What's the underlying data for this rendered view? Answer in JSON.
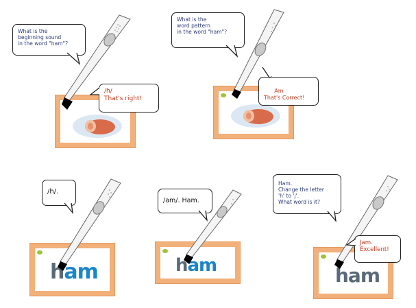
{
  "panels": [
    {
      "question": "What is the\nbeginning sound\nin the word \"ham\"?",
      "answer": "/h/\nThat's right!"
    },
    {
      "question": "What is the\nword pattern\nin the word \"ham\"?",
      "answer": "Am\nThat's Correct!"
    },
    {
      "speech": "/h/.",
      "word_h": "h",
      "word_am": "am"
    },
    {
      "speech": "/am/. Ham.",
      "word_h": "h",
      "word_am": "am"
    },
    {
      "question": "Ham.\nChange the letter\n'h' to 'j'.\nWhat word is it?",
      "answer": "Jam.\nExcellent!",
      "word": "ham"
    }
  ],
  "colors": {
    "card_orange": "#f2b07a",
    "question_text": "#2e3a78",
    "answer_text": "#c43a1e",
    "ham_h": "#5b6a78",
    "ham_am": "#1b86c8"
  }
}
